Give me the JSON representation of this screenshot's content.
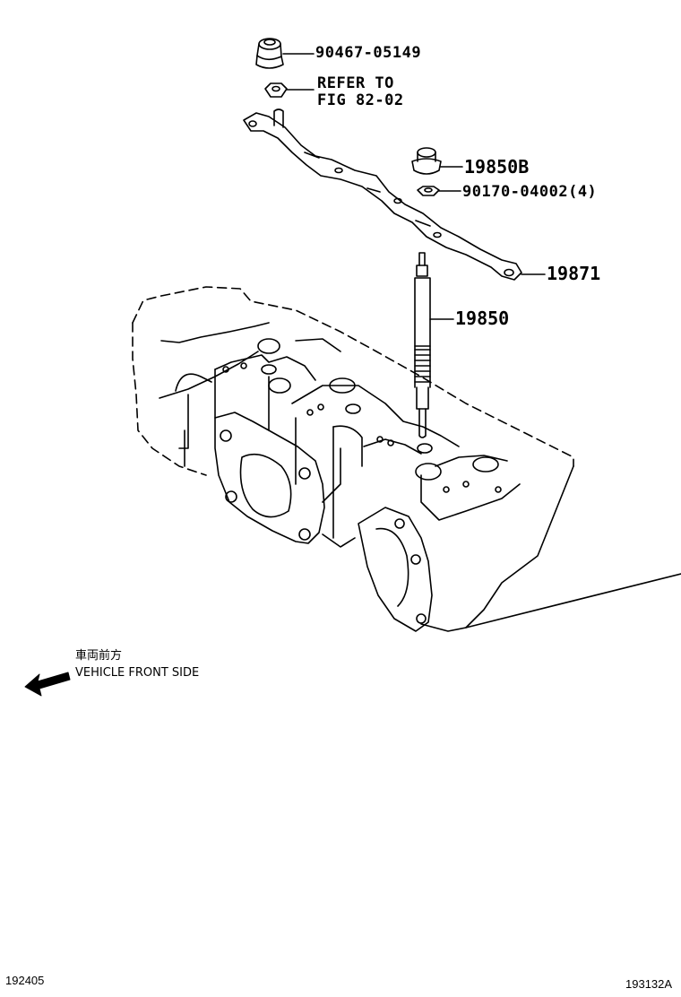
{
  "callouts": {
    "cap_nut": "90467-05149",
    "refer_line1": "REFER TO",
    "refer_line2": "FIG 82-02",
    "nut_b": "19850B",
    "nut_small": "90170-04002(4)",
    "bus_bar": "19871",
    "glow_plug": "19850"
  },
  "direction_note": {
    "japanese": "車両前方",
    "english": "VEHICLE FRONT SIDE"
  },
  "footer": {
    "left_code": "192405",
    "right_code": "193132A"
  }
}
